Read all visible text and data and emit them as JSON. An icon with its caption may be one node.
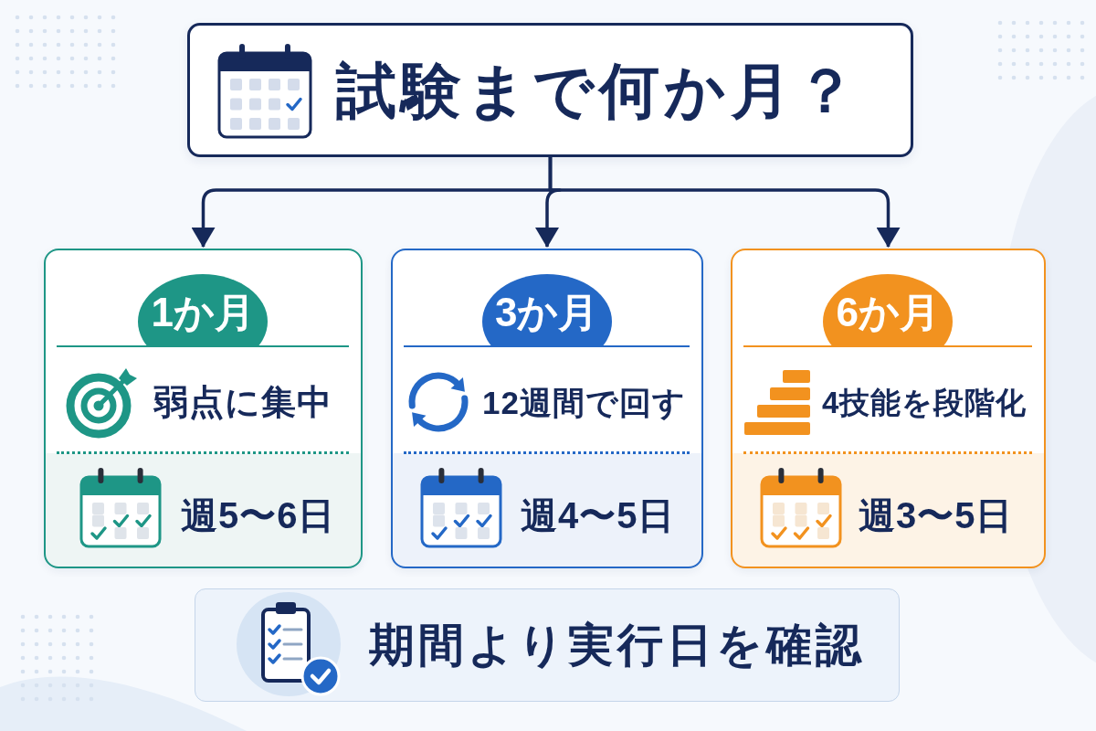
{
  "diagram": {
    "nodes": [
      {
        "text": [
          "試験まで何か月？"
        ]
      },
      {
        "text": [
          "弱点に集中",
          "週5〜6日"
        ]
      },
      {
        "text": [
          "1か月"
        ],
        "in": 1
      },
      {
        "text": [
          "12週間で回す",
          "週4〜5日"
        ]
      },
      {
        "text": [
          "3か月"
        ],
        "in": 3
      },
      {
        "text": [
          "4技能を段階化",
          "週3〜5日"
        ]
      },
      {
        "text": [
          "6か月"
        ],
        "in": 5
      },
      {
        "text": [
          "期間より実行日を確認"
        ]
      }
    ],
    "edges": [
      {
        "from": 0,
        "to": 1,
        "arrow": "to"
      },
      {
        "from": 0,
        "to": 3,
        "arrow": "to"
      },
      {
        "from": 0,
        "to": 5,
        "arrow": "to"
      }
    ]
  }
}
